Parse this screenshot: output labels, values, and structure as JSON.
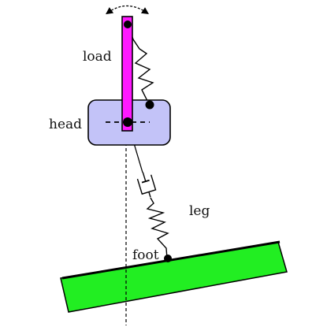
{
  "labels": {
    "load": "load",
    "head": "head",
    "leg": "leg",
    "foot": "foot"
  },
  "colors": {
    "load_bar": "#ff19ff",
    "head_body": "#c3c3f8",
    "ground": "#22ee22",
    "stroke": "#000000"
  },
  "icons": {
    "rotation": "curved-double-arrow-icon",
    "damper": "dashpot-icon",
    "spring": "zigzag-spring-icon",
    "joint": "pivot-dot-icon"
  }
}
